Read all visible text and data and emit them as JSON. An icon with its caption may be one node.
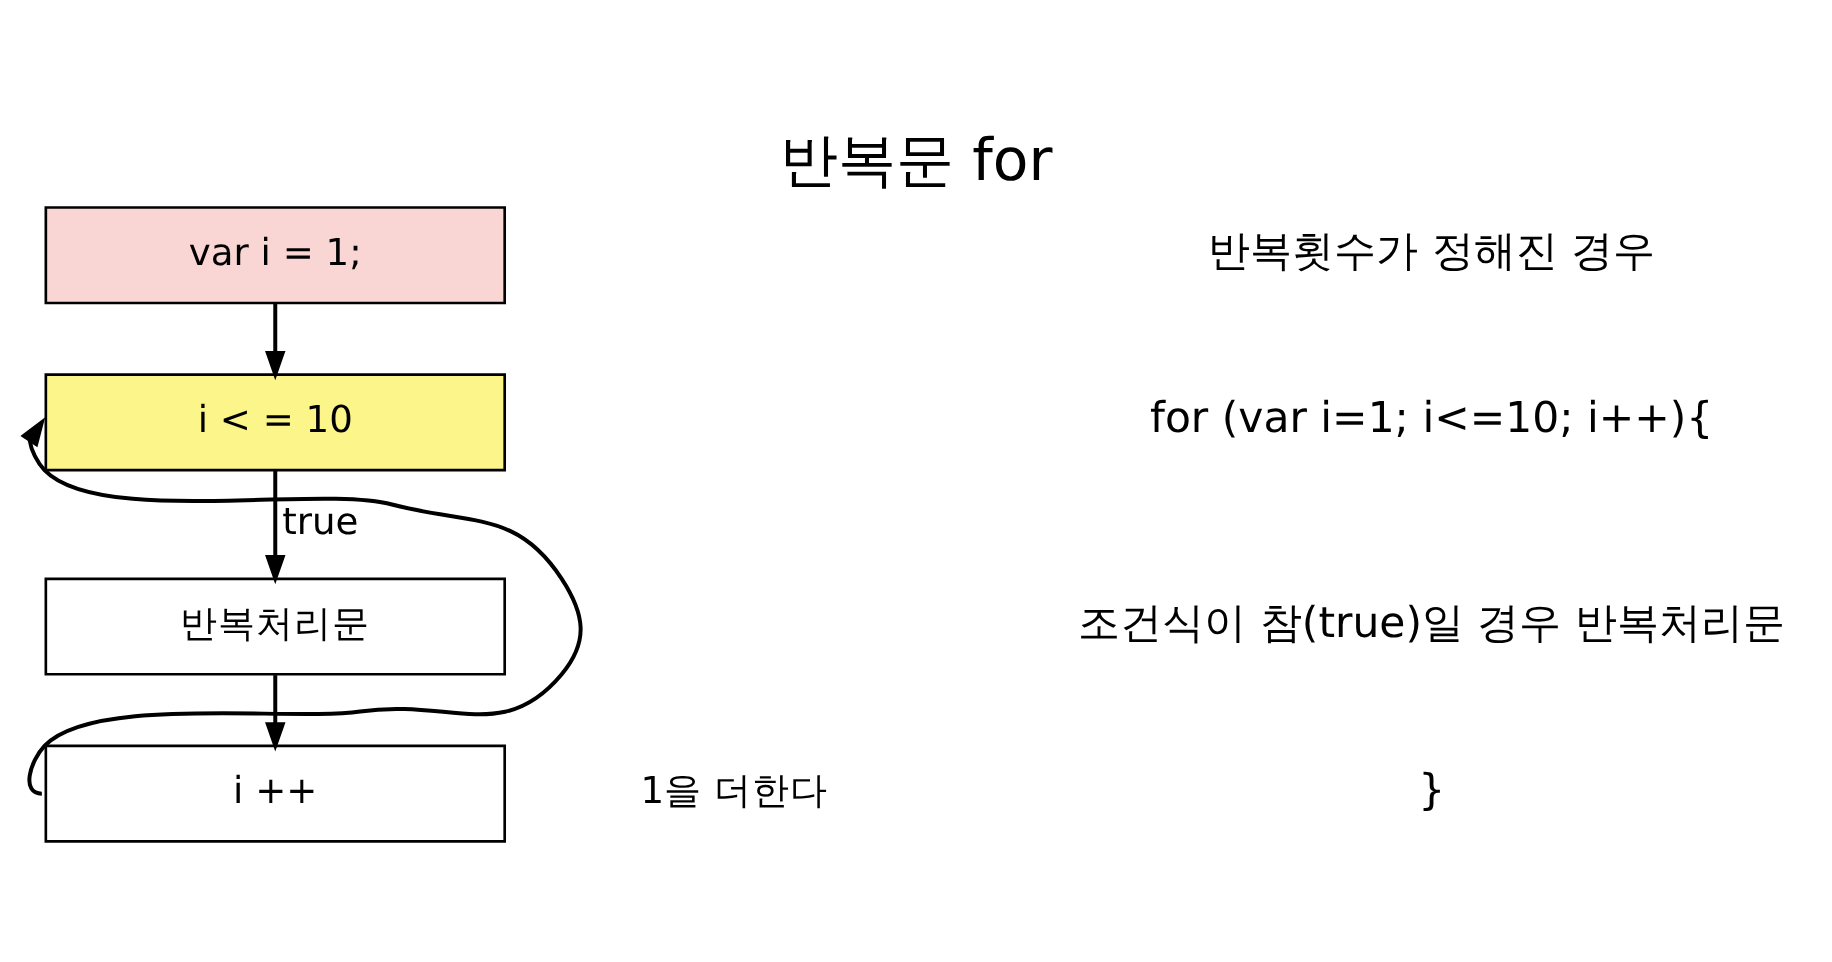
{
  "diagram": {
    "title": "반복문 for",
    "nodes": [
      {
        "text": [
          "var i = 1;"
        ]
      },
      {
        "text": [
          "i < = 10"
        ]
      },
      {
        "text": [
          "반복처리문"
        ]
      },
      {
        "text": [
          "i ++"
        ],
        "beside": [
          "1을 더한다"
        ]
      }
    ],
    "edges": [
      {
        "from": 0,
        "to": 1,
        "arrow": "to"
      },
      {
        "from": 1,
        "to": 2,
        "arrow": "to",
        "label": "true"
      },
      {
        "from": 2,
        "to": 3,
        "arrow": "to"
      },
      {
        "from": 3,
        "to": 1,
        "arrow": "to"
      }
    ],
    "labels": [
      "반복횟수가 정해진 경우",
      "for (var i=1; i<=10; i++){",
      "조건식이 참(true)일 경우 반복처리문",
      "}"
    ]
  }
}
